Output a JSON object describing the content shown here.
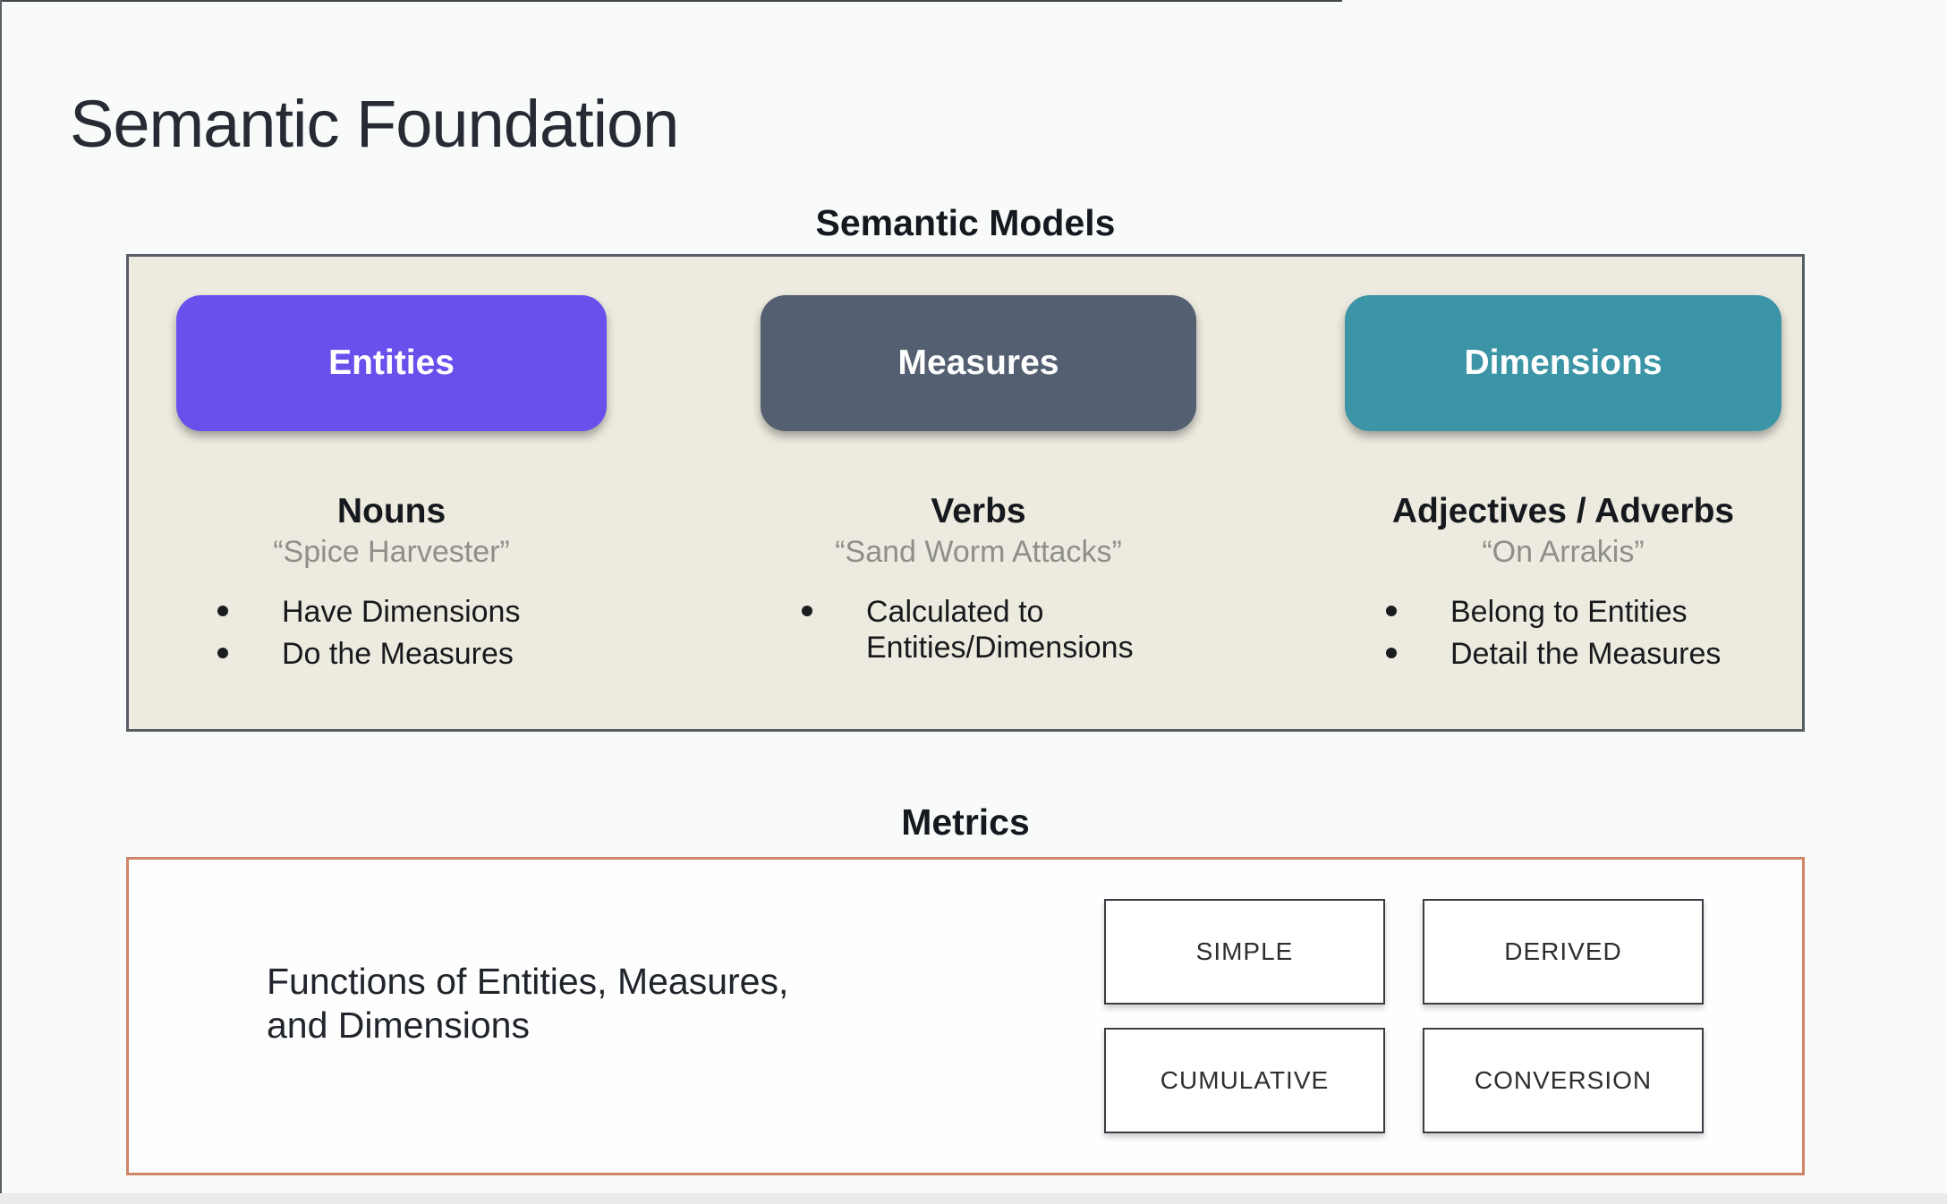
{
  "page": {
    "title": "Semantic Foundation",
    "background": "#f9fbfa"
  },
  "semantic_models": {
    "heading": "Semantic Models",
    "panel_bg": "#edeadf",
    "panel_border": "#585e66",
    "columns": [
      {
        "id": "entities",
        "box_label": "Entities",
        "box_color": "#6850ec",
        "category": "Nouns",
        "example": "“Spice Harvester”",
        "bullets": [
          "Have Dimensions",
          "Do the Measures"
        ]
      },
      {
        "id": "measures",
        "box_label": "Measures",
        "box_color": "#545f71",
        "category": "Verbs",
        "example": "“Sand Worm Attacks”",
        "bullets": [
          "Calculated to Entities/Dimensions"
        ]
      },
      {
        "id": "dimensions",
        "box_label": "Dimensions",
        "box_color": "#3b95a6",
        "category": "Adjectives / Adverbs",
        "example": "“On Arrakis”",
        "bullets": [
          "Belong to Entities",
          "Detail the Measures"
        ]
      }
    ]
  },
  "metrics": {
    "heading": "Metrics",
    "panel_border": "#cf8568",
    "description": "Functions of Entities, Measures,\nand Dimensions",
    "cards": [
      {
        "label": "SIMPLE"
      },
      {
        "label": "DERIVED"
      },
      {
        "label": "CUMULATIVE"
      },
      {
        "label": "CONVERSION"
      }
    ]
  }
}
